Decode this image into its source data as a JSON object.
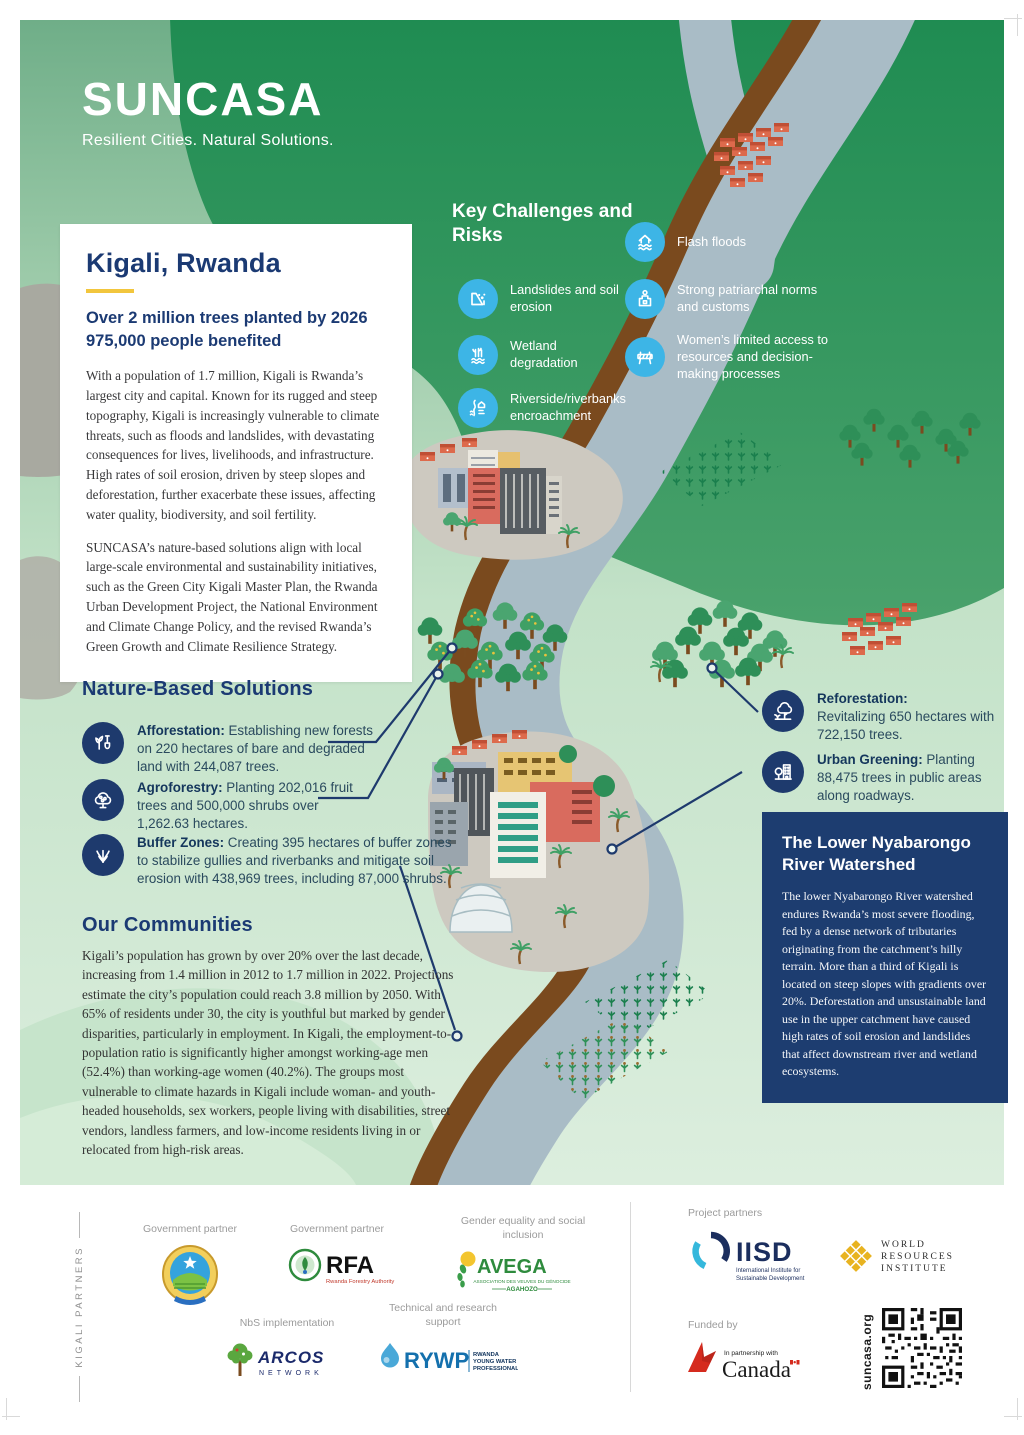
{
  "brand": {
    "title": "SUNCASA",
    "tagline": "Resilient Cities. Natural Solutions."
  },
  "intro": {
    "heading": "Kigali, Rwanda",
    "stat1": "Over 2 million trees planted by 2026",
    "stat2": "975,000 people benefited",
    "para1": "With a population of 1.7 million, Kigali is Rwanda’s largest city and capital. Known for its rugged and steep topography, Kigali is increasingly vulnerable to climate threats, such as floods and landslides, with devastating consequences for lives, livelihoods, and infrastructure. High rates of soil erosion, driven by steep slopes and deforestation, further exacerbate these issues, affecting water quality, biodiversity, and soil fertility.",
    "para2": "SUNCASA’s nature-based solutions align with local large-scale environmental and sustainability initiatives, such as the Green City Kigali Master Plan, the Rwanda Urban Development Project, the National Environment and Climate Change Policy, and the revised Rwanda’s Green Growth and Climate Resilience Strategy."
  },
  "challenges": {
    "title": "Key Challenges and Risks",
    "items": [
      {
        "icon": "flash-flood-icon",
        "label": "Flash floods"
      },
      {
        "icon": "landslide-icon",
        "label": "Landslides and soil erosion"
      },
      {
        "icon": "apron-icon",
        "label": "Strong patriarchal norms and customs"
      },
      {
        "icon": "wetland-icon",
        "label": "Wetland degradation"
      },
      {
        "icon": "barrier-icon",
        "label": "Women’s limited access to resources and decision-making processes"
      },
      {
        "icon": "riverbank-icon",
        "label": "Riverside/riverbanks encroachment"
      }
    ]
  },
  "solutions": {
    "title": "Nature-Based Solutions",
    "items": [
      {
        "lead": "Afforestation:",
        "text": " Establishing new forests on 220 hectares of bare and degraded land with 244,087 trees."
      },
      {
        "lead": "Agroforestry:",
        "text": " Planting 202,016 fruit trees and 500,000 shrubs over 1,262.63 hectares."
      },
      {
        "lead": "Buffer Zones:",
        "text": " Creating 395 hectares of buffer zones to stabilize gullies and riverbanks and mitigate soil erosion with 438,969 trees, including 87,000 shrubs."
      }
    ]
  },
  "map_callouts": {
    "items": [
      {
        "lead": "Reforestation:",
        "text": " Revitalizing 650 hectares with 722,150 trees."
      },
      {
        "lead": "Urban Greening:",
        "text": " Planting 88,475 trees in public areas along roadways."
      }
    ]
  },
  "communities": {
    "title": "Our Communities",
    "para": "Kigali’s population has grown by over 20% over the last decade, increasing from 1.4 million in 2012 to 1.7 million in 2022. Projections estimate the city’s population could reach 3.8 million by 2050. With 65% of residents under 30, the city is youthful but marked by gender disparities, particularly in employment. In Kigali, the employment-to-population ratio is significantly higher amongst working-age men (52.4%) than working-age women (40.2%). The groups most vulnerable to climate hazards in Kigali include woman- and youth-headed households, sex workers, people living with disabilities, street vendors, landless farmers, and low-income residents living in or relocated from high-risk areas."
  },
  "watershed": {
    "title": "The Lower Nyabarongo River Watershed",
    "para": "The lower Nyabarongo River watershed endures Rwanda’s most severe flooding, fed by a dense network of tributaries originating from the catchment’s hilly terrain. More than a third of Kigali is located on steep slopes with gradients over 20%. Deforestation and unsustainable land use in the upper catchment have caused high rates of soil erosion and landslides that affect downstream river and wetland ecosystems."
  },
  "footer": {
    "side_label": "KIGALI PARTNERS",
    "labels": {
      "gov1": "Government partner",
      "gov2": "Government partner",
      "gender": "Gender equality and social inclusion",
      "nbs": "NbS implementation",
      "tech": "Technical and research support",
      "project": "Project partners",
      "funded": "Funded by"
    },
    "logos": {
      "rfa": {
        "abbr": "RFA",
        "sub": "Rwanda Forestry Authority"
      },
      "avega": {
        "name": "AVEGA",
        "sub1": "ASSOCIATION DES VEUVES DU GÉNOCIDE",
        "sub2": "AGAHOZO"
      },
      "arcos": {
        "name": "ARCOS",
        "sub": "NETWORK"
      },
      "rywp": {
        "abbr": "RYWP",
        "sub1": "RWANDA",
        "sub2": "YOUNG WATER",
        "sub3": "PROFESSIONAL"
      },
      "iisd": {
        "abbr": "IISD",
        "sub1": "International Institute for",
        "sub2": "Sustainable Development"
      },
      "wri": {
        "line1": "WORLD",
        "line2": "RESOURCES",
        "line3": "INSTITUTE"
      },
      "canada": {
        "pre": "In partnership with",
        "name": "Canada"
      }
    },
    "qr_caption": "suncasa.org"
  },
  "colors": {
    "challenge_blue": "#3db5e6",
    "navy": "#1e3a6d",
    "heading_navy": "#1b3a73",
    "panel_navy": "#1d3d70",
    "highlight_yellow": "#f2c63d",
    "river": "#a9bcc6",
    "river_bank": "#7a4a1e",
    "land_green": "#1f8c52"
  }
}
